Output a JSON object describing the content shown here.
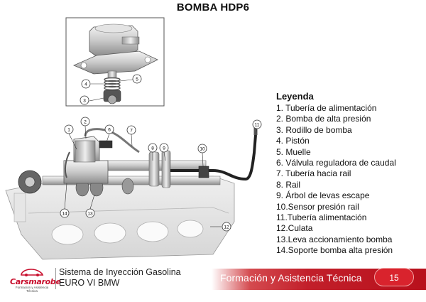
{
  "title": "BOMBA HDP6",
  "callouts": [
    "1",
    "2",
    "3",
    "4",
    "5",
    "6",
    "7",
    "8",
    "9",
    "10",
    "11",
    "12",
    "13",
    "14"
  ],
  "legend": {
    "title": "Leyenda",
    "items": [
      "1. Tubería de alimentación",
      "2. Bomba de alta presión",
      "3. Rodillo de bomba",
      "4. Pistón",
      "5. Muelle",
      "6. Válvula reguladora de caudal",
      "7. Tubería hacia rail",
      "8. Rail",
      "9. Árbol de levas escape",
      "10.Sensor presión rail",
      "11.Tubería alimentación",
      "12.Culata",
      "13.Leva accionamiento bomba",
      "14.Soporte bomba alta presión"
    ]
  },
  "footer": {
    "brand": "Carsmarobe",
    "tagline": "Formación y Asistencia Técnica",
    "course_line1": "Sistema de Inyección Gasolina",
    "course_line2": "EURO VI BMW",
    "slogan": "Formación y Asistencia Técnica",
    "page_number": "15"
  },
  "colors": {
    "accent": "#c8102e",
    "band": "#c21f2a"
  }
}
